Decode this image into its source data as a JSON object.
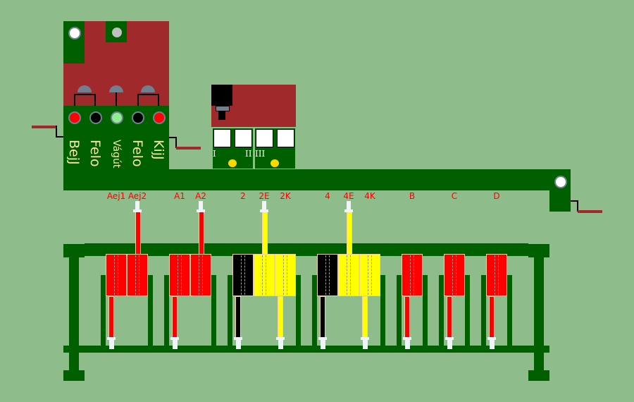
{
  "station_panel": {
    "labels": [
      "BejJ",
      "Felo",
      "Vágút",
      "Felo",
      "KijJ"
    ],
    "lamps": [
      "#ff0000",
      "#000000",
      "#90ee90",
      "#000000",
      "#ff0000"
    ],
    "indicator_top_left": "#ffffff",
    "indicator_top_mid": "#c0c0c0"
  },
  "signal_box": {
    "tracks": [
      "I",
      "II",
      "III"
    ]
  },
  "right_indicator": "#ffffff",
  "levers": [
    {
      "label": "Aej1",
      "color": "#ff0000",
      "state": "down"
    },
    {
      "label": "Aej2",
      "color": "#ff0000",
      "state": "up"
    },
    {
      "label": "A1",
      "color": "#ff0000",
      "state": "down"
    },
    {
      "label": "A2",
      "color": "#ff0000",
      "state": "up"
    },
    {
      "label": "2",
      "color": "#000000",
      "state": "down"
    },
    {
      "label": "2E",
      "color": "#ffff00",
      "state": "up"
    },
    {
      "label": "2K",
      "color": "#ffff00",
      "state": "down"
    },
    {
      "label": "4",
      "color": "#000000",
      "state": "down"
    },
    {
      "label": "4E",
      "color": "#ffff00",
      "state": "up"
    },
    {
      "label": "4K",
      "color": "#ffff00",
      "state": "down"
    },
    {
      "label": "B",
      "color": "#ff0000",
      "state": "down"
    },
    {
      "label": "C",
      "color": "#ff0000",
      "state": "down"
    },
    {
      "label": "D",
      "color": "#ff0000",
      "state": "down"
    }
  ]
}
